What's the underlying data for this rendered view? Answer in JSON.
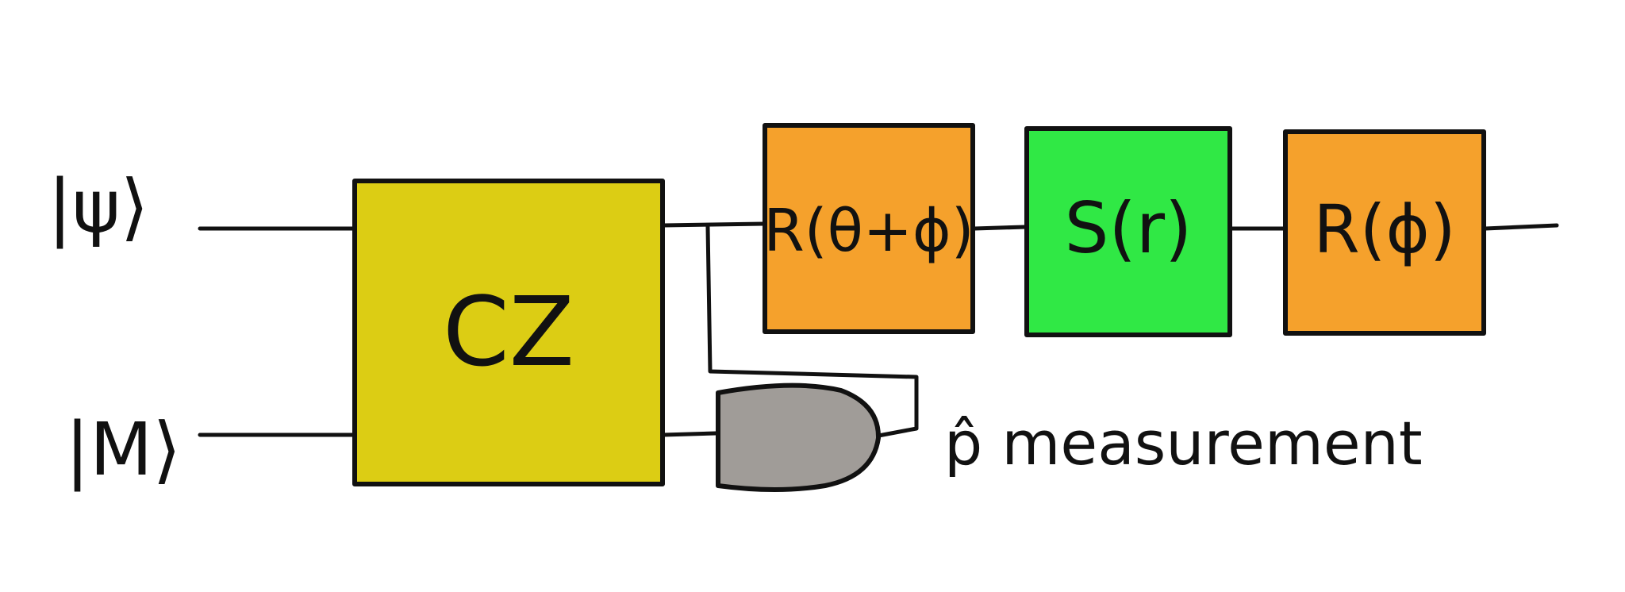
{
  "inputs": {
    "top": "|ψ⟩",
    "bottom": "|M⟩"
  },
  "gates": {
    "cz": {
      "label": "CZ",
      "color": "#dccd14"
    },
    "r_theta_phi": {
      "label": "R(θ+ϕ)",
      "color": "#f5a12c"
    },
    "s_r": {
      "label": "S(r)",
      "color": "#30e845"
    },
    "r_phi": {
      "label": "R(ϕ)",
      "color": "#f5a12c"
    }
  },
  "measurement": {
    "label": "p̂ measurement",
    "color": "#a09c98"
  }
}
